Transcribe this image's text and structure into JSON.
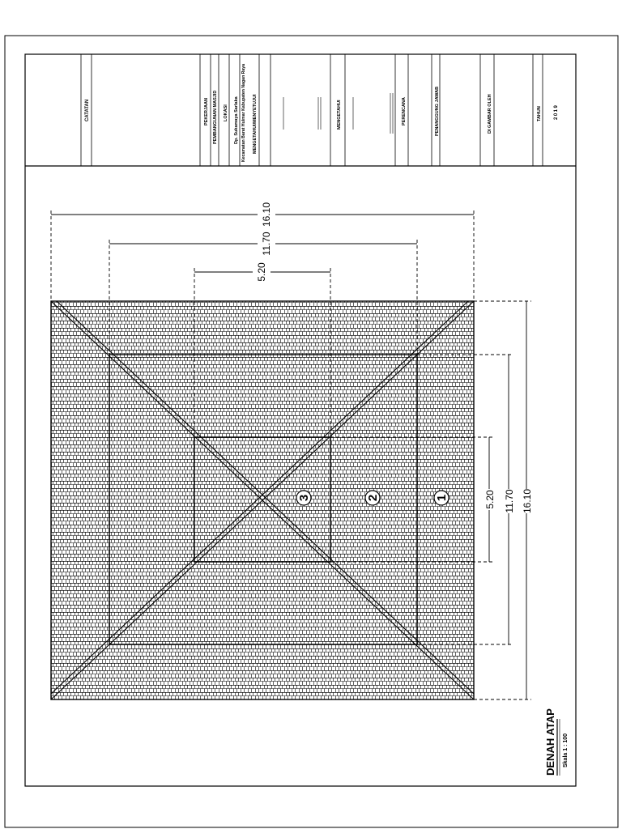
{
  "title_block": {
    "catatan": "CATATAN",
    "pekerjaan": "PEKERJAAN",
    "pekerjaan_value": "PEMBANGUNAN MASJID",
    "lokasi": "LOKASI",
    "lokasi_line1": "Dp. Sukamaya Sarlaka",
    "lokasi_line2": "Kecamatan Barat Hulmar Kabupaten Nagan Raya",
    "mengetahui_menyetujui": "MENGETAHUI/MENYETUJUI",
    "mengetahui": "MENGETAHUI",
    "perencana": "PERENCANA",
    "penanggung_jawab": "PENANGGUNG JAWAB",
    "digambar_oleh": "DI GAMBAR OLEH",
    "tahun": "TAHUN",
    "tahun_value": "2019"
  },
  "drawing": {
    "title": "DENAH ATAP",
    "scale": "Skala 1 : 100",
    "dimensions_top": [
      "16.10",
      "11.70",
      "5.20"
    ],
    "dimensions_right": [
      "5.20",
      "11.70",
      "16.10"
    ],
    "zone_labels": [
      "1",
      "2",
      "3"
    ]
  }
}
